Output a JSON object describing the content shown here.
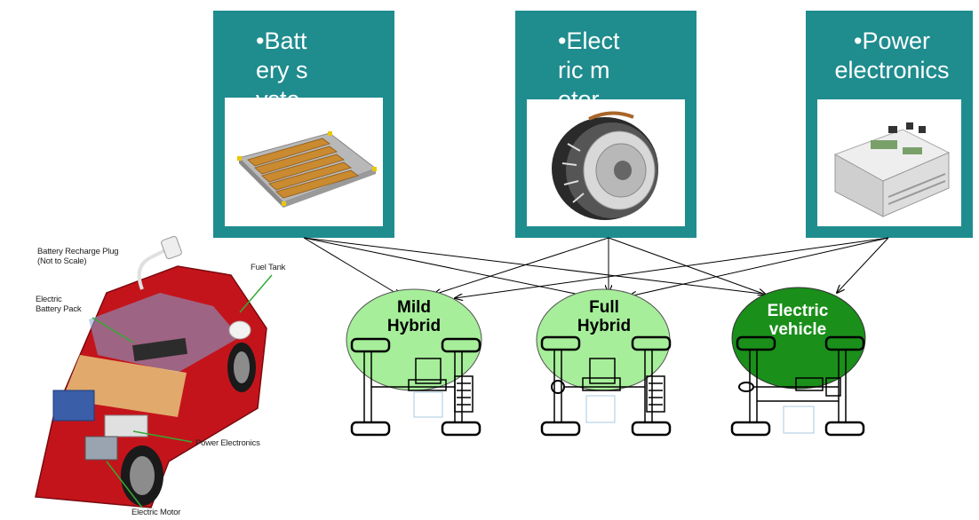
{
  "components": {
    "battery": {
      "label": "•Battery system"
    },
    "motor": {
      "label": "•Electric motor"
    },
    "power": {
      "label": "•Power electronics"
    }
  },
  "vehicles": {
    "mild": {
      "line1": "Mild",
      "line2": "Hybrid"
    },
    "full": {
      "line1": "Full",
      "line2": "Hybrid"
    },
    "electric": {
      "line1": "Electric",
      "line2": "vehicle"
    }
  },
  "car_labels": {
    "recharge_plug": "Battery Recharge Plug\n(Not to Scale)",
    "fuel_tank": "Fuel Tank",
    "battery_pack": "Electric\nBattery Pack",
    "power_electronics": "Power Electronics",
    "electric_motor": "Electric Motor"
  },
  "colors": {
    "box_teal": "#1f8c8e",
    "light_green": "#a6ee9a",
    "dark_green": "#1a8f1a",
    "car_red": "#c4141b"
  }
}
